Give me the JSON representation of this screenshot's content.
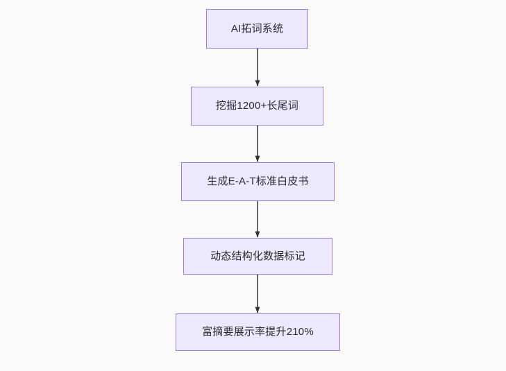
{
  "diagram": {
    "type": "flowchart",
    "direction": "top-to-bottom",
    "background_color": "#fafafa",
    "node_fill_color": "#ece8fd",
    "node_border_color": "#9d7fdb",
    "node_text_color": "#2b2b2b",
    "edge_line_color": "#666666",
    "edge_arrow_color": "#333333",
    "nodes": [
      {
        "id": "n0",
        "label": "AI拓词系统"
      },
      {
        "id": "n1",
        "label": "挖掘1200+长尾词"
      },
      {
        "id": "n2",
        "label": "生成E-A-T标准白皮书"
      },
      {
        "id": "n3",
        "label": "动态结构化数据标记"
      },
      {
        "id": "n4",
        "label": "富摘要展示率提升210%"
      }
    ],
    "edges": [
      {
        "from": "n0",
        "to": "n1",
        "label": ""
      },
      {
        "from": "n1",
        "to": "n2",
        "label": ""
      },
      {
        "from": "n2",
        "to": "n3",
        "label": ""
      },
      {
        "from": "n3",
        "to": "n4",
        "label": ""
      }
    ]
  }
}
